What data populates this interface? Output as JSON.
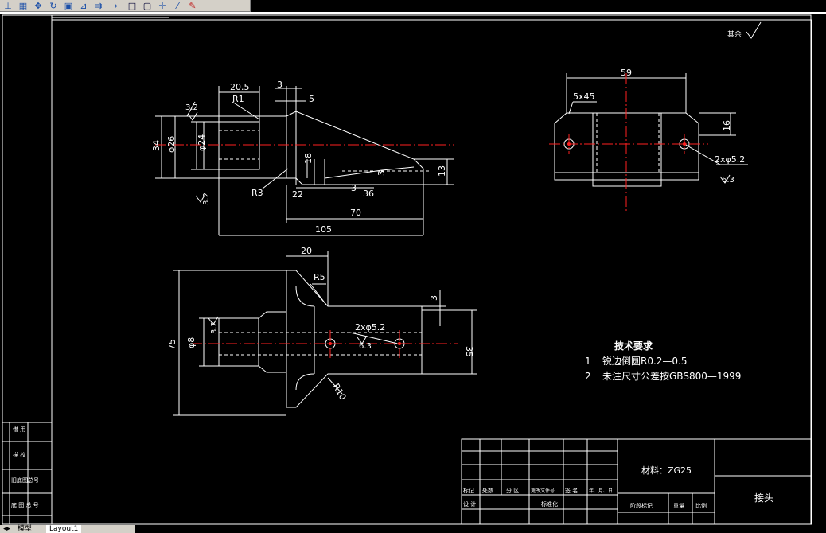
{
  "toolbar": {
    "icons": [
      "arrow-icon",
      "grid-icon",
      "move-icon",
      "rotate-icon",
      "scale-icon",
      "mirror-icon",
      "offset-icon",
      "offset2-icon",
      "rect-icon",
      "rect2-icon",
      "trim-icon",
      "extend-icon",
      "erase-icon"
    ]
  },
  "tabs": {
    "model": "模型",
    "layout": "Layout1"
  },
  "drawing": {
    "roughness_corner": "其余",
    "material_label": "材料：ZG25",
    "part_name": "接头",
    "tech_title": "技术要求",
    "tech_items": [
      {
        "num": "1",
        "text": "锐边倒圆R0.2—0.5"
      },
      {
        "num": "2",
        "text": "未注尺寸公差按GBS800—1999"
      }
    ],
    "dims_front": {
      "d20_5": "20.5",
      "d3": "3",
      "d5": "5",
      "r1": "R1",
      "rough32a": "3.2",
      "d34": "34",
      "d26": "φ26",
      "d24": "φ24",
      "d18": "18",
      "d13": "13",
      "d3b": "3",
      "d3c": "3",
      "r3": "R3",
      "rough32b": "3.2",
      "d22": "22",
      "d36": "36",
      "d70": "70",
      "d105": "105"
    },
    "dims_side": {
      "d59": "59",
      "chamfer": "5x45",
      "d16": "16",
      "holes": "2xφ5.2",
      "rough63": "6.3"
    },
    "dims_top": {
      "d20": "20",
      "r5": "R5",
      "d75": "75",
      "d8": "φ8",
      "rough32": "3.2",
      "holes": "2xφ5.2",
      "rough63": "6.3",
      "d3": "3",
      "d35": "35",
      "r10": "R10"
    },
    "title_block": {
      "row1": [
        "标记",
        "处数",
        "分 区",
        "更改文件号",
        "签 名",
        "年、月、日"
      ],
      "row2": [
        "设 计",
        "",
        "",
        "标准化",
        "",
        ""
      ],
      "bottom": [
        "阶段标记",
        "重量",
        "比例"
      ]
    },
    "left_block": [
      "借 用",
      "描 校",
      "旧底图总号",
      "底 图 总 号"
    ]
  }
}
